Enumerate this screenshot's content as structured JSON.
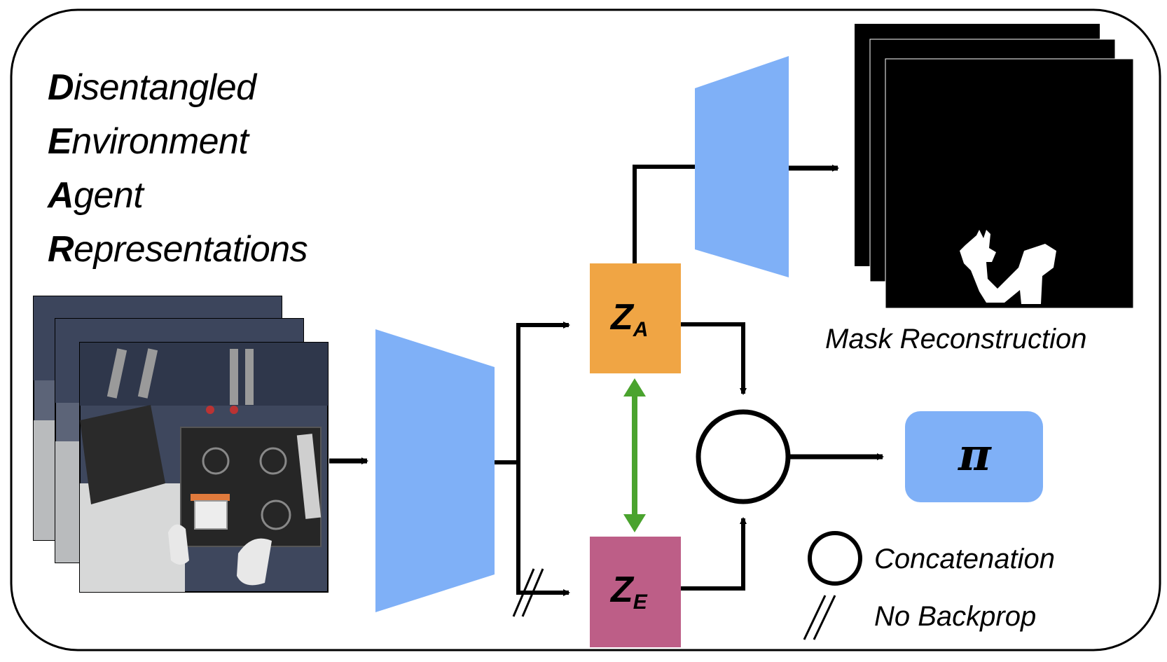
{
  "title": {
    "line1": {
      "initial": "D",
      "rest": "isentangled"
    },
    "line2": {
      "initial": "E",
      "rest": "nvironment"
    },
    "line3": {
      "initial": "A",
      "rest": "gent"
    },
    "line4": {
      "initial": "R",
      "rest": "epresentations"
    }
  },
  "latent_agent": {
    "symbol": "Z",
    "subscript": "A"
  },
  "latent_env": {
    "symbol": "Z",
    "subscript": "E"
  },
  "policy": {
    "symbol": "π"
  },
  "mask_caption": "Mask Reconstruction",
  "legend": {
    "concat_label": "Concatenation",
    "nobackprop_label": "No Backprop"
  },
  "colors": {
    "encoder_blue": "#7fb0f7",
    "agent_orange": "#f0a544",
    "env_pink": "#bd5e87",
    "policy_blue": "#7fb0f7",
    "contrast_green": "#4aa32e",
    "mask_black": "#000000"
  }
}
